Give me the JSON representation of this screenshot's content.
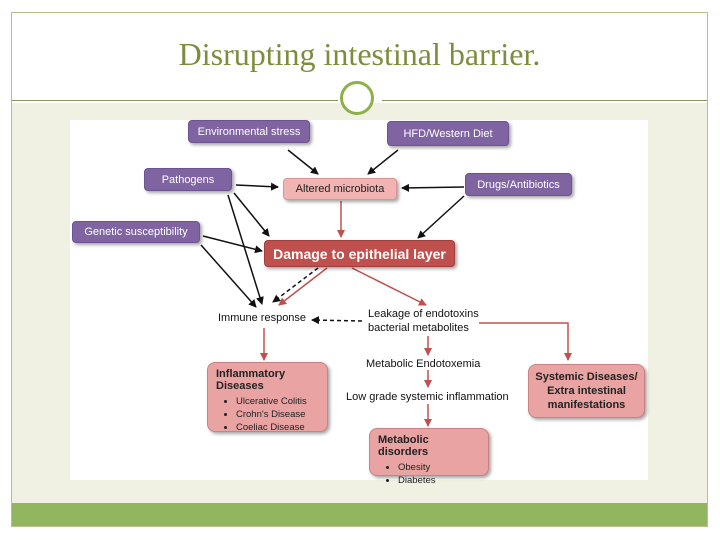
{
  "slide": {
    "title": "Disrupting intestinal barrier."
  },
  "diagram": {
    "environmental_stress": "Environmental stress",
    "hfd_diet": "HFD/Western Diet",
    "pathogens": "Pathogens",
    "altered_microbiota": "Altered microbiota",
    "drugs": "Drugs/Antibiotics",
    "genetic": "Genetic susceptibility",
    "damage": "Damage to epithelial layer",
    "immune": "Immune response",
    "leakage_line1": "Leakage of endotoxins",
    "leakage_line2": "bacterial metabolites",
    "endotoxemia": "Metabolic Endotoxemia",
    "low_grade": "Low grade systemic inflammation",
    "inflammatory": {
      "title": "Inflammatory Diseases",
      "items": [
        "Ulcerative Colitis",
        "Crohn's Disease",
        "Coeliac Disease"
      ]
    },
    "systemic": {
      "line1": "Systemic Diseases/",
      "line2": "Extra intestinal",
      "line3": "manifestations"
    },
    "metabolic": {
      "title": "Metabolic disorders",
      "items": [
        "Obesity",
        "Diabetes"
      ]
    }
  }
}
